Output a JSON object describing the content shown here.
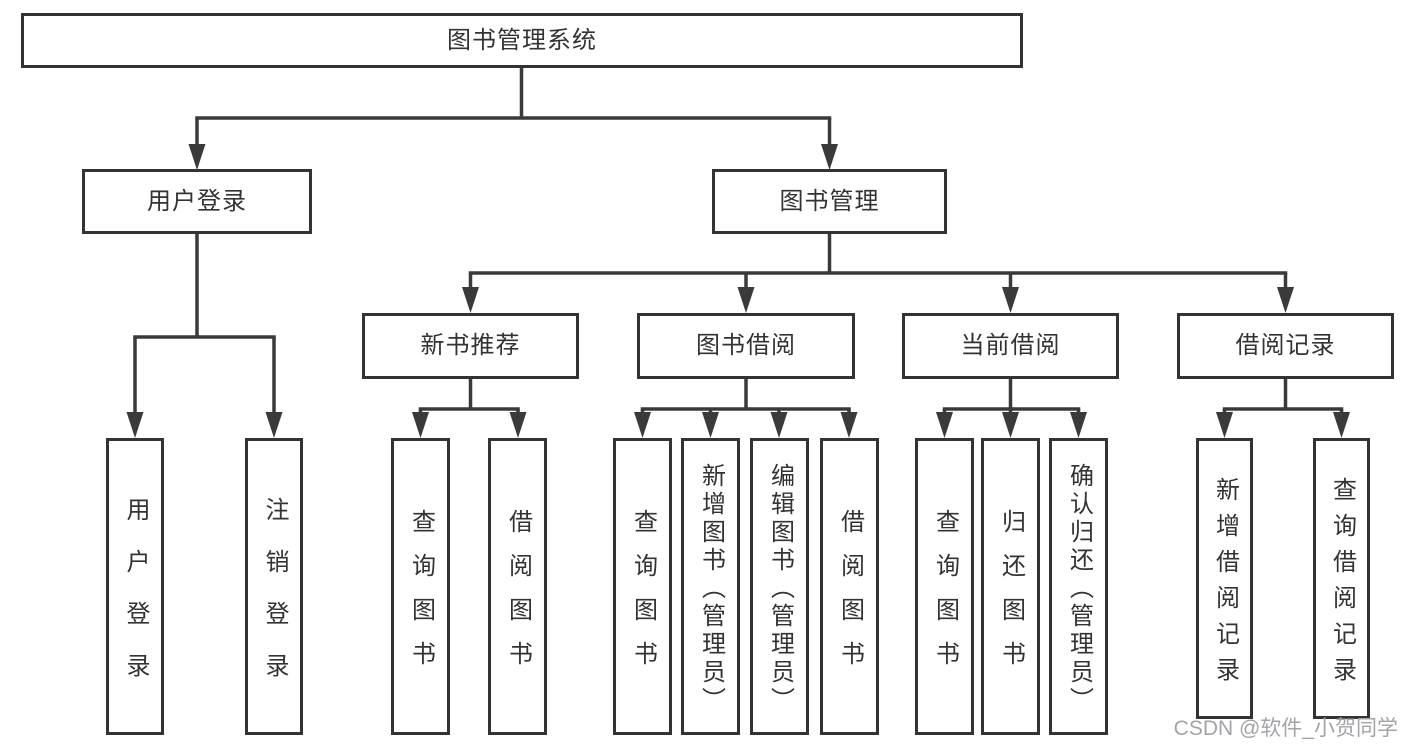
{
  "diagram": {
    "tree": {
      "label": "图书管理系统",
      "children": [
        {
          "label": "用户登录",
          "children": [
            {
              "label": "用户登录"
            },
            {
              "label": "注销登录"
            }
          ]
        },
        {
          "label": "图书管理",
          "children": [
            {
              "label": "新书推荐",
              "children": [
                {
                  "label": "查询图书"
                },
                {
                  "label": "借阅图书"
                }
              ]
            },
            {
              "label": "图书借阅",
              "children": [
                {
                  "label": "查询图书"
                },
                {
                  "label": "新增图书（管理员）"
                },
                {
                  "label": "编辑图书（管理员）"
                },
                {
                  "label": "借阅图书"
                }
              ]
            },
            {
              "label": "当前借阅",
              "children": [
                {
                  "label": "查询图书"
                },
                {
                  "label": "归还图书"
                },
                {
                  "label": "确认归还（管理员）"
                }
              ]
            },
            {
              "label": "借阅记录",
              "children": [
                {
                  "label": "新增借阅记录"
                },
                {
                  "label": "查询借阅记录"
                }
              ]
            }
          ]
        }
      ]
    },
    "colors": {
      "line": "#3a3a3a",
      "box_border": "#333333",
      "text": "#333333",
      "background": "#ffffff",
      "watermark": "#a3a3a8"
    }
  },
  "watermark": {
    "text": "CSDN @软件_小贺同学"
  }
}
